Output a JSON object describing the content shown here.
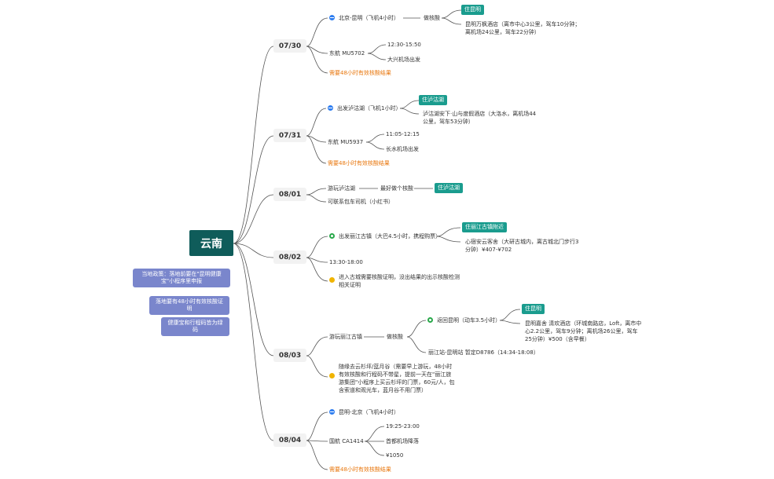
{
  "root": "云南",
  "notes": [
    "当地政策：落地前要在\"昆明健康宝\"小程序里申报",
    "落地要有48小时有效核酸证明",
    "健康宝和行程码皆为绿码"
  ],
  "days": [
    {
      "date": "07/30",
      "flight": "北京-昆明（飞机4小时）",
      "test": "做核酸",
      "stay_tag": "住昆明",
      "hotel": "昆明万枫酒店（离市中心3公里，驾车10分钟；离机场24公里，驾车22分钟）",
      "airline": "东航 MU5702",
      "time": "12:30-15:50",
      "airport": "大兴机场出发",
      "warn": "需要48小时有效核酸结果"
    },
    {
      "date": "07/31",
      "flight": "出发泸沽湖（飞机1小时）",
      "stay_tag": "住泸沽湖",
      "hotel": "泸沽湖安下·山与度假酒店（大洛水，离机场44公里，驾车53分钟）",
      "airline": "东航 MU5937",
      "time": "11:05-12:15",
      "airport": "长水机场出发",
      "warn": "需要48小时有效核酸结果"
    },
    {
      "date": "08/01",
      "activity": "游玩泸沽湖",
      "test": "最好做个核酸",
      "stay_tag": "住泸沽湖",
      "driver": "可联系包车司机（小红书）"
    },
    {
      "date": "08/02",
      "depart": "出发丽江古镇（大巴4.5小时，携程购票）",
      "stay_tag": "住丽江古镇附近",
      "hotel": "心宿安云客舍（大研古城内，离古城北门步行3分钟）¥407-¥702",
      "time": "13:30-18:00",
      "note": "进入古城需要核酸证明，没出结果的出示核酸检测相关证明"
    },
    {
      "date": "08/03",
      "activity": "游玩丽江古镇",
      "test": "做核酸",
      "return": "返回昆明（动车3.5小时）",
      "stay_tag": "住昆明",
      "hotel": "昆明嘉舍 清欢酒店（环城南路店，Loft，离市中心2.2公里，驾车9分钟；离机场26公里，驾车25分钟）¥500（含早餐）",
      "train": "丽江站-昆明站 暂定D8786（14:34-18:08）",
      "note": "随缘去云杉坪/蓝月谷（需要早上游玩，48小时有效核酸和行程码不带星，提前一天在\"丽江旅游集团\"小程序上买云杉坪的门票，60元/人，包含索道和观光车，蓝月谷不用门票）"
    },
    {
      "date": "08/04",
      "flight": "昆明-北京（飞机4小时）",
      "airline": "国航 CA1414",
      "time": "19:25-23:00",
      "airport": "首都机场降落",
      "price": "¥1050",
      "warn": "需要48小时有效核酸结果"
    }
  ],
  "colors": {
    "root": "#0f5c5a",
    "tag": "#1a9c8e",
    "note": "#7a86cc",
    "warn_text": "#e8760c",
    "line": "#555555"
  }
}
